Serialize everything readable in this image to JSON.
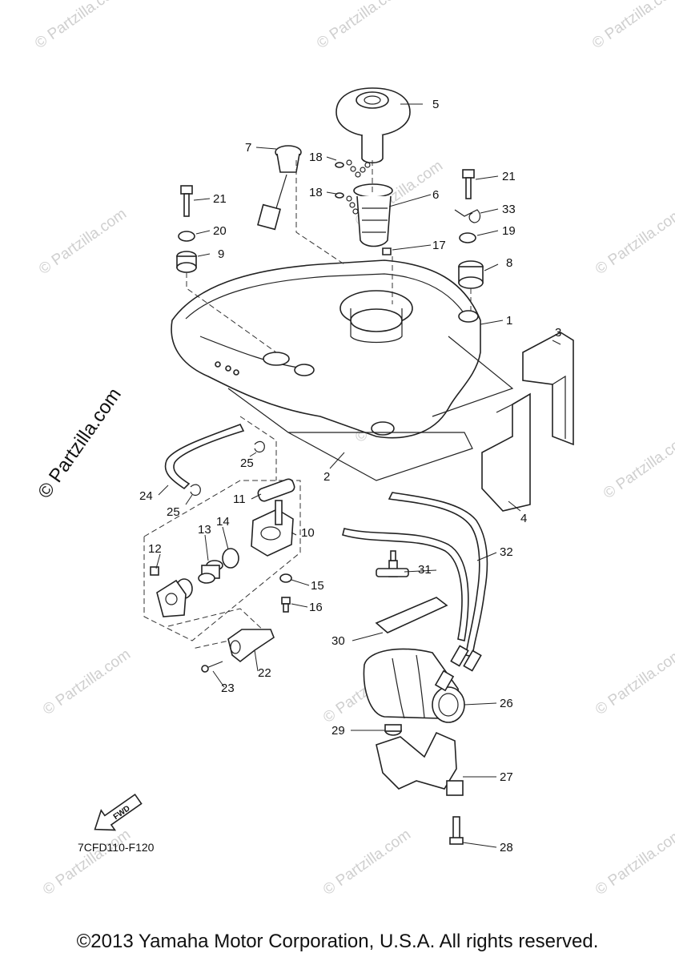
{
  "diagram": {
    "figure_code": "7CFD110-F120",
    "fwd_label": "FWD",
    "copyright": "©2013 Yamaha Motor Corporation, U.S.A. All rights reserved.",
    "watermark": "© Partzilla.com",
    "callouts": [
      "1",
      "2",
      "3",
      "4",
      "5",
      "6",
      "7",
      "8",
      "9",
      "10",
      "11",
      "12",
      "13",
      "14",
      "15",
      "16",
      "17",
      "18",
      "19",
      "20",
      "21",
      "22",
      "23",
      "24",
      "25",
      "26",
      "27",
      "28",
      "29",
      "30",
      "31",
      "32",
      "33"
    ]
  }
}
